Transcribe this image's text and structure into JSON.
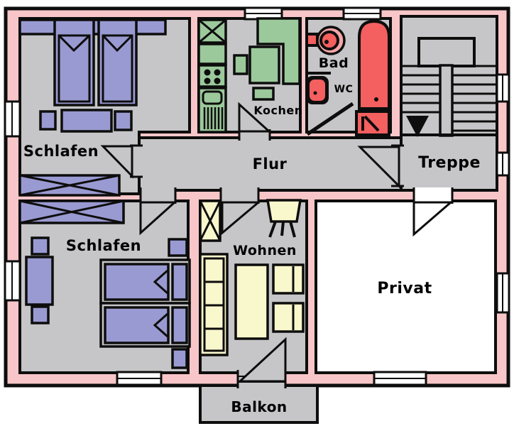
{
  "title": "Wohnung Grundriss (apartment floor plan)",
  "rooms": {
    "schlafen1": {
      "label": "Schlafen"
    },
    "schlafen2": {
      "label": "Schlafen"
    },
    "kochen": {
      "label": "Kochen"
    },
    "bad": {
      "label": "Bad"
    },
    "wc": {
      "label": "WC"
    },
    "flur": {
      "label": "Flur"
    },
    "treppe": {
      "label": "Treppe"
    },
    "wohnen": {
      "label": "Wohnen"
    },
    "privat": {
      "label": "Privat"
    },
    "balkon": {
      "label": "Balkon"
    }
  },
  "colors": {
    "wall_pink": "#f8c6c8",
    "floor_gray": "#c6c6c8",
    "furniture_purple": "#9a9ad2",
    "kitchen_green": "#9bc99b",
    "bath_red": "#f45f5f",
    "bath_red_light": "#f4a6a6",
    "living_yellow": "#f9f7cc",
    "room_white": "#ffffff",
    "line_black": "#0d0d0d"
  }
}
